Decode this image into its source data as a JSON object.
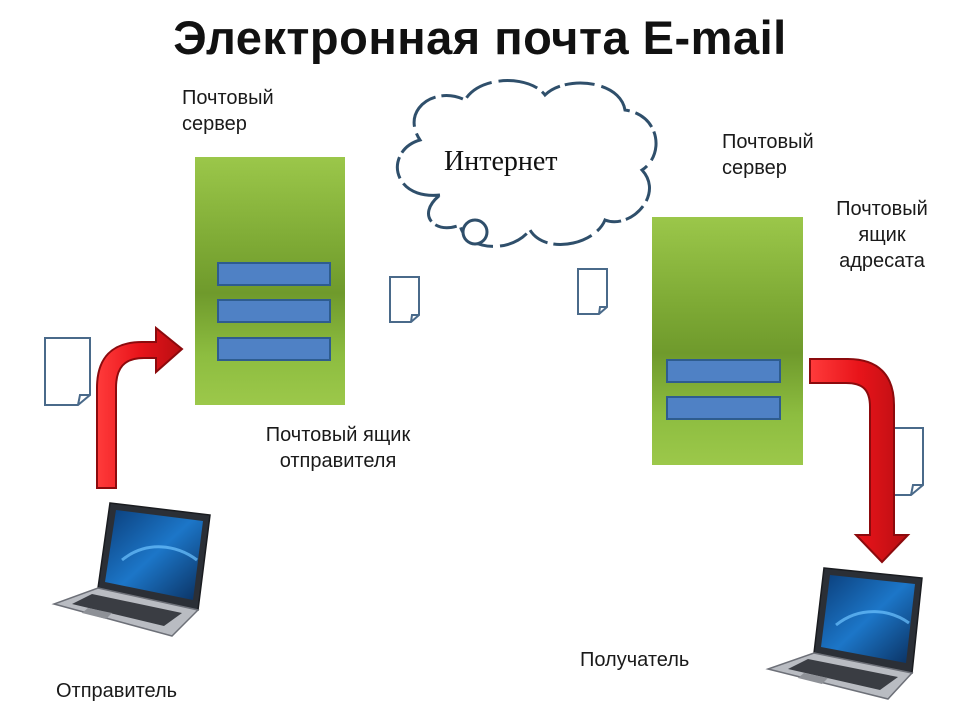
{
  "title": "Электронная почта E-mail",
  "sender_server": {
    "line1": "Почтовый",
    "line2": "сервер"
  },
  "recipient_server": {
    "line1": "Почтовый",
    "line2": "сервер"
  },
  "recipient_mailbox": {
    "line1": "Почтовый",
    "line2": "ящик",
    "line3": "адресата"
  },
  "sender_mailbox": {
    "line1": "Почтовый ящик",
    "line2": "отправителя"
  },
  "cloud": {
    "label": "Интернет"
  },
  "sender": {
    "label": "Отправитель"
  },
  "recipient": {
    "label": "Получатель"
  },
  "colors": {
    "server_green": "#7eaa35",
    "slot_blue": "#4f81c5",
    "arrow_red": "#e8141a",
    "cloud_outline": "#2f4f6b"
  },
  "icons": [
    "cloud-icon",
    "document-icon",
    "arrow-icon",
    "laptop-icon",
    "server-icon"
  ]
}
